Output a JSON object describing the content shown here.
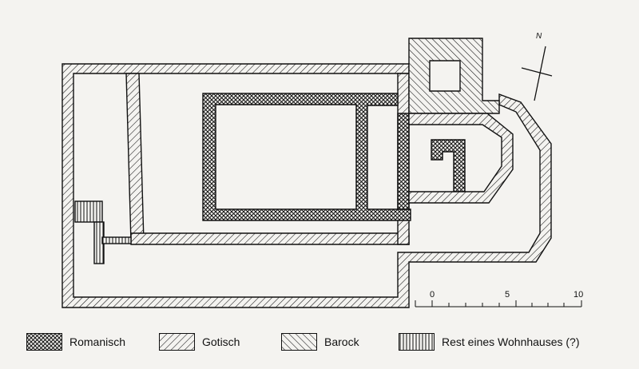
{
  "plan": {
    "north_label": "N",
    "scale": {
      "ticks": [
        "0",
        "5",
        "10"
      ]
    },
    "colors": {
      "line": "#111111",
      "paper": "#f4f3f0"
    }
  },
  "legend": [
    {
      "label": "Romanisch",
      "pattern": "crosshatch"
    },
    {
      "label": "Gotisch",
      "pattern": "diagonal-right"
    },
    {
      "label": "Barock",
      "pattern": "diagonal-left"
    },
    {
      "label": "Rest eines Wohnhauses (?)",
      "pattern": "vertical"
    }
  ]
}
